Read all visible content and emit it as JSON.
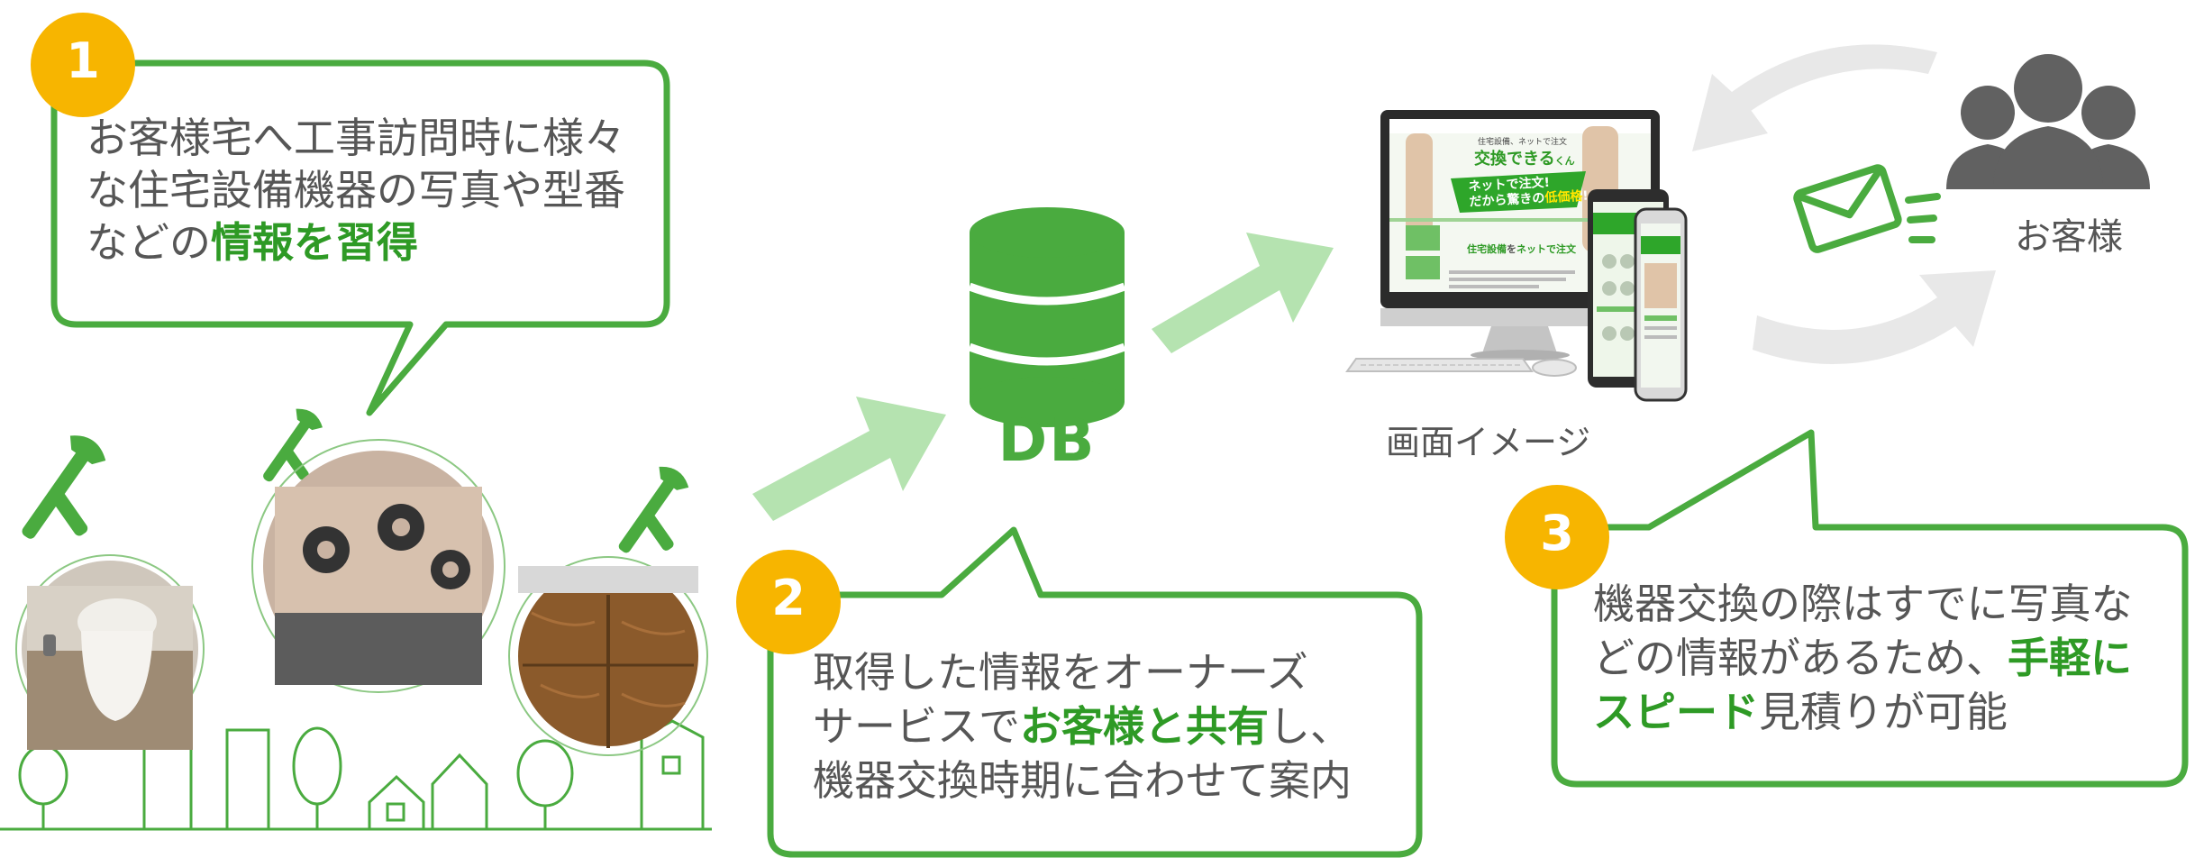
{
  "steps": [
    {
      "number": "1",
      "line1": "お客様宅へ工事訪問時に様々",
      "line2": "な住宅設備機器の写真や型番",
      "line3_pre": "などの",
      "line3_hl": "情報を習得"
    },
    {
      "number": "2",
      "line1": "取得した情報をオーナーズ",
      "line2_pre": "サービスで",
      "line2_hl": "お客様と共有",
      "line2_post": "し、",
      "line3": "機器交換時期に合わせて案内"
    },
    {
      "number": "3",
      "line1": "機器交換の際はすでに写真な",
      "line2_pre": "どの情報があるため、",
      "line2_hl": "手軽に",
      "line3_hl": "スピード",
      "line3_post": "見積りが可能"
    }
  ],
  "database": {
    "label": "DB"
  },
  "screen": {
    "caption": "画面イメージ",
    "site_logo": "交換できる",
    "site_logo_suffix": "くん",
    "site_tagline": "住宅設備、ネットで注文",
    "banner_line1": "ネットで注文!",
    "banner_line2_pre": "だから驚きの",
    "banner_line2_hl": "低価格",
    "banner_line2_post": "!",
    "section_title_pre": "住宅設備",
    "section_title_mid": "を",
    "section_title_post": "ネットで注文"
  },
  "customer": {
    "label": "お客様"
  },
  "colors": {
    "green": "#4aab3f",
    "green_text": "#2e9a25",
    "light_green": "#b5e3b0",
    "badge": "#f7b500",
    "gray_arrow": "#e6e6e6",
    "people": "#616161"
  }
}
